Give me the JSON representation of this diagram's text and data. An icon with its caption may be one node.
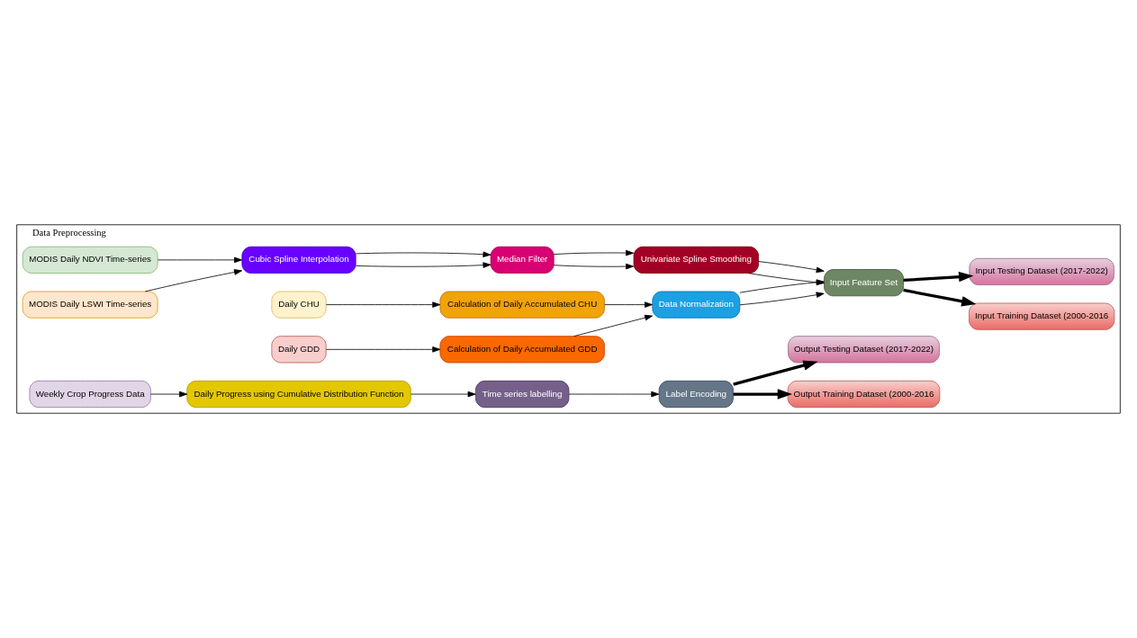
{
  "diagram": {
    "nodes": [
      {
        "text": [
          "Data Preprocessing"
        ]
      },
      {
        "text": [
          "MODIS Daily NDVI Time-series"
        ],
        "in": 0
      },
      {
        "text": [
          "MODIS Daily LSWI Time-series"
        ],
        "in": 0
      },
      {
        "text": [
          "Cubic Spline Interpolation"
        ],
        "in": 0
      },
      {
        "text": [
          "Median Filter"
        ],
        "in": 0
      },
      {
        "text": [
          "Univariate Spline Smoothing"
        ],
        "in": 0
      },
      {
        "text": [
          "Input Feature Set"
        ],
        "in": 0
      },
      {
        "text": [
          "Input Training Dataset (2000-2016"
        ],
        "in": 0
      },
      {
        "text": [
          "Input Testing Dataset (2017-2022)"
        ],
        "in": 0
      },
      {
        "text": [
          "Daily CHU"
        ],
        "in": 0
      },
      {
        "text": [
          "Calculation of Daily Accumulated CHU"
        ],
        "in": 0
      },
      {
        "text": [
          "Data Normalization"
        ],
        "in": 0
      },
      {
        "text": [
          "Daily GDD"
        ],
        "in": 0
      },
      {
        "text": [
          "Calculation of Daily Accumulated GDD"
        ],
        "in": 0
      },
      {
        "text": [
          "Weekly Crop Progress Data"
        ],
        "in": 0
      },
      {
        "text": [
          "Daily Progress using Cumulative Distribution Function"
        ],
        "in": 0
      },
      {
        "text": [
          "Time series labelling"
        ],
        "in": 0
      },
      {
        "text": [
          "Label Encoding"
        ],
        "in": 0
      },
      {
        "text": [
          "Output Training Dataset (2000-2016"
        ],
        "in": 0
      },
      {
        "text": [
          "Output Testing Dataset (2017-2022)"
        ],
        "in": 0
      }
    ],
    "edges": [
      {
        "from": 1,
        "to": 3,
        "arrow": "to"
      },
      {
        "from": 2,
        "to": 3,
        "arrow": "to"
      },
      {
        "from": 3,
        "to": 4,
        "arrow": "to"
      },
      {
        "from": 3,
        "to": 4,
        "arrow": "to"
      },
      {
        "from": 4,
        "to": 5,
        "arrow": "to"
      },
      {
        "from": 4,
        "to": 5,
        "arrow": "to"
      },
      {
        "from": 5,
        "to": 6,
        "arrow": "to"
      },
      {
        "from": 5,
        "to": 6,
        "arrow": "to"
      },
      {
        "from": 6,
        "to": 7,
        "arrow": "to",
        "style": "thick"
      },
      {
        "from": 6,
        "to": 8,
        "arrow": "to",
        "style": "thick"
      },
      {
        "from": 9,
        "to": 10,
        "arrow": "to"
      },
      {
        "from": 10,
        "to": 11,
        "arrow": "to"
      },
      {
        "from": 12,
        "to": 13,
        "arrow": "to"
      },
      {
        "from": 13,
        "to": 11,
        "arrow": "to"
      },
      {
        "from": 11,
        "to": 6,
        "arrow": "to"
      },
      {
        "from": 11,
        "to": 6,
        "arrow": "to"
      },
      {
        "from": 14,
        "to": 15,
        "arrow": "to"
      },
      {
        "from": 15,
        "to": 16,
        "arrow": "to"
      },
      {
        "from": 16,
        "to": 17,
        "arrow": "to"
      },
      {
        "from": 17,
        "to": 18,
        "arrow": "to",
        "style": "thick"
      },
      {
        "from": 17,
        "to": 19,
        "arrow": "to",
        "style": "thick"
      }
    ]
  }
}
